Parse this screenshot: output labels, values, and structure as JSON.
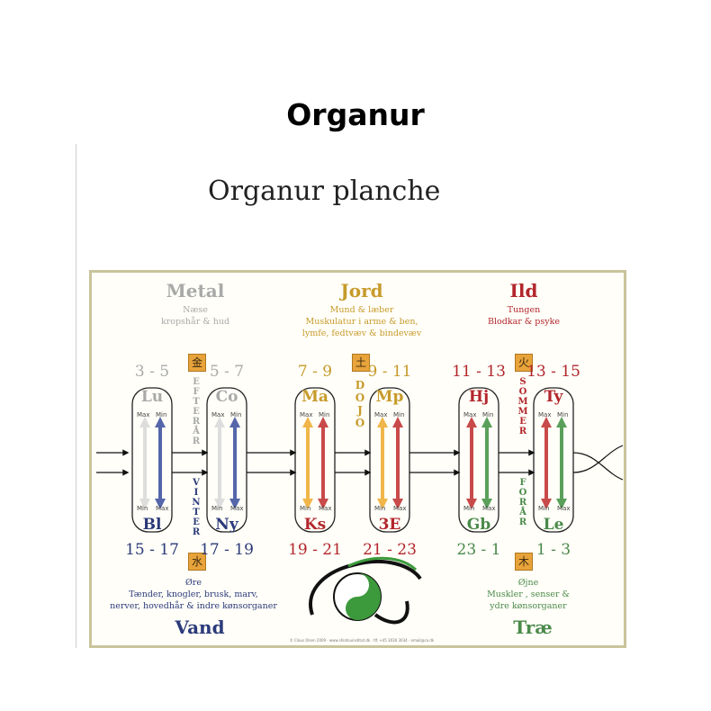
{
  "heading": "Organur",
  "subheading": "Organur planche",
  "colors": {
    "metal": "#a9a9a9",
    "jord": "#c79a2a",
    "ild": "#b2262c",
    "vand": "#2b3a7a",
    "trae": "#4a8a4a",
    "frame": "#c9c49a",
    "symbol_bg": "#e8a33a"
  },
  "elements": {
    "metal": {
      "name": "Metal",
      "desc": [
        "Næse",
        "kropshår & hud"
      ]
    },
    "jord": {
      "name": "Jord",
      "desc": [
        "Mund & læber",
        "Muskulatur i arme & ben,",
        "lymfe, fedtvæv & bindevæv"
      ]
    },
    "ild": {
      "name": "Ild",
      "desc": [
        "Tungen",
        "Blodkar & psyke"
      ]
    },
    "vand": {
      "name": "Vand",
      "desc": [
        "Øre",
        "Tænder, knogler, brusk, marv,",
        "nerver, hovedhår & indre kønsorganer"
      ]
    },
    "trae": {
      "name": "Træ",
      "desc": [
        "Øjne",
        "Muskler , senser &",
        "ydre kønsorganer"
      ]
    }
  },
  "symbols": {
    "metal": "金",
    "jord": "土",
    "ild": "火",
    "vand": "水",
    "trae": "木"
  },
  "seasons": {
    "efteraar": "EFTERÅR",
    "dojo": "DOJO",
    "sommer": "SOMMER",
    "vinter": "VINTER",
    "foraar": "FORÅR"
  },
  "top_organs": [
    {
      "name": "Lu",
      "time": "3 - 5"
    },
    {
      "name": "Co",
      "time": "5 - 7"
    },
    {
      "name": "Ma",
      "time": "7 - 9"
    },
    {
      "name": "Mp",
      "time": "9 - 11"
    },
    {
      "name": "Hj",
      "time": "11 - 13"
    },
    {
      "name": "Ty",
      "time": "13 - 15"
    }
  ],
  "bottom_organs": [
    {
      "name": "Bl",
      "time": "15 - 17"
    },
    {
      "name": "Ny",
      "time": "17 - 19"
    },
    {
      "name": "Ks",
      "time": "19 - 21"
    },
    {
      "name": "3E",
      "time": "21 - 23"
    },
    {
      "name": "Gb",
      "time": "23 - 1"
    },
    {
      "name": "Le",
      "time": "1 - 3"
    }
  ],
  "max_label": "Max",
  "min_label": "Min",
  "copyright": "© Claus Olsen 2009 · www.shiatsuinstitut.dk · tlf. +45 3030 3034 · email@co.dk"
}
